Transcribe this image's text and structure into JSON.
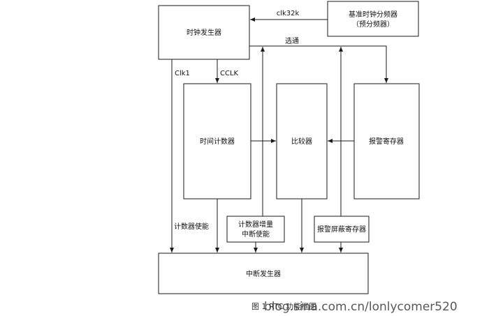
{
  "diagram": {
    "boxes": {
      "clock_generator": "时钟发生器",
      "ref_divider_line1": "基准时钟分频器",
      "ref_divider_line2": "（预分频器）",
      "time_counter": "时间计数器",
      "comparator": "比较器",
      "alarm_register": "报警寄存器",
      "counter_increment_line1": "计数器增量",
      "counter_increment_line2": "中断使能",
      "alarm_mask_register": "报警屏蔽寄存器",
      "interrupt_generator": "中断发生器"
    },
    "signals": {
      "clk32k": "clk32k",
      "strobe": "选通",
      "clk1": "Clk1",
      "cclk": "CCLK",
      "counter_enable": "计数器使能"
    }
  },
  "caption": "图 1 RTC 功能框图",
  "watermark": "blog.sina.com.cn/lonlycomer520"
}
